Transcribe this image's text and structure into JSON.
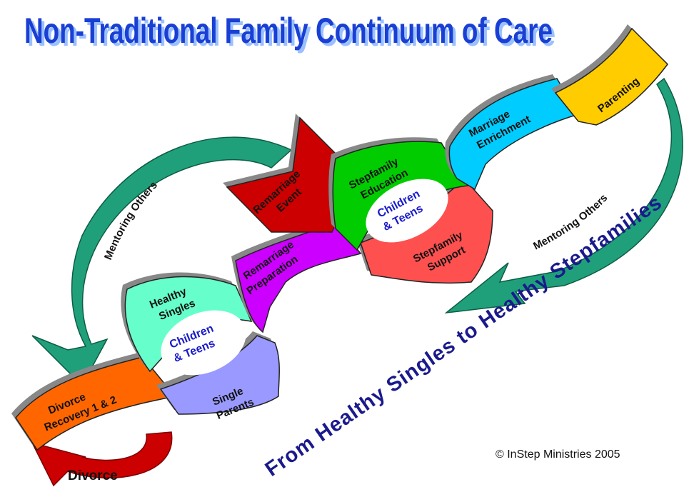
{
  "title": "Non-Traditional Family Continuum of Care",
  "tagline": "From Healthy Singles to Healthy Stepfamilies",
  "copyright": "© InStep Ministries 2005",
  "stages": {
    "divorce": "Divorce",
    "divorce_recovery": [
      "Divorce",
      "Recovery 1 & 2"
    ],
    "healthy_singles": [
      "Healthy",
      "Singles"
    ],
    "single_parents": [
      "Single",
      "Parents"
    ],
    "remarriage_preparation": [
      "Remarriage",
      "Preparation"
    ],
    "remarriage_event": [
      "Remarriage",
      "Event"
    ],
    "stepfamily_education": [
      "Stepfamily",
      "Education"
    ],
    "stepfamily_support": [
      "Stepfamily",
      "Support"
    ],
    "marriage_enrichment": [
      "Marriage",
      "Enrichment"
    ],
    "parenting": "Parenting"
  },
  "children_teens_left": [
    "Children",
    "& Teens"
  ],
  "children_teens_right": [
    "Children",
    "& Teens"
  ],
  "mentoring_left": "Mentoring Others",
  "mentoring_right": "Mentoring Others",
  "colors": {
    "title": "#1a3fd4",
    "title_shadow": "#9ac0ff",
    "divorce_recovery": "#ff6600",
    "healthy_singles": "#66ffcc",
    "single_parents": "#9999ff",
    "remarriage_preparation": "#cc00ff",
    "remarriage_event": "#cc0000",
    "stepfamily_education": "#00cc00",
    "stepfamily_support": "#ff5050",
    "marriage_enrichment": "#00ccff",
    "parenting": "#ffcc00",
    "mentoring_arrow": "#1fa07a",
    "divorce_arrow": "#cc0000",
    "tagline": "#1a1a8c"
  }
}
